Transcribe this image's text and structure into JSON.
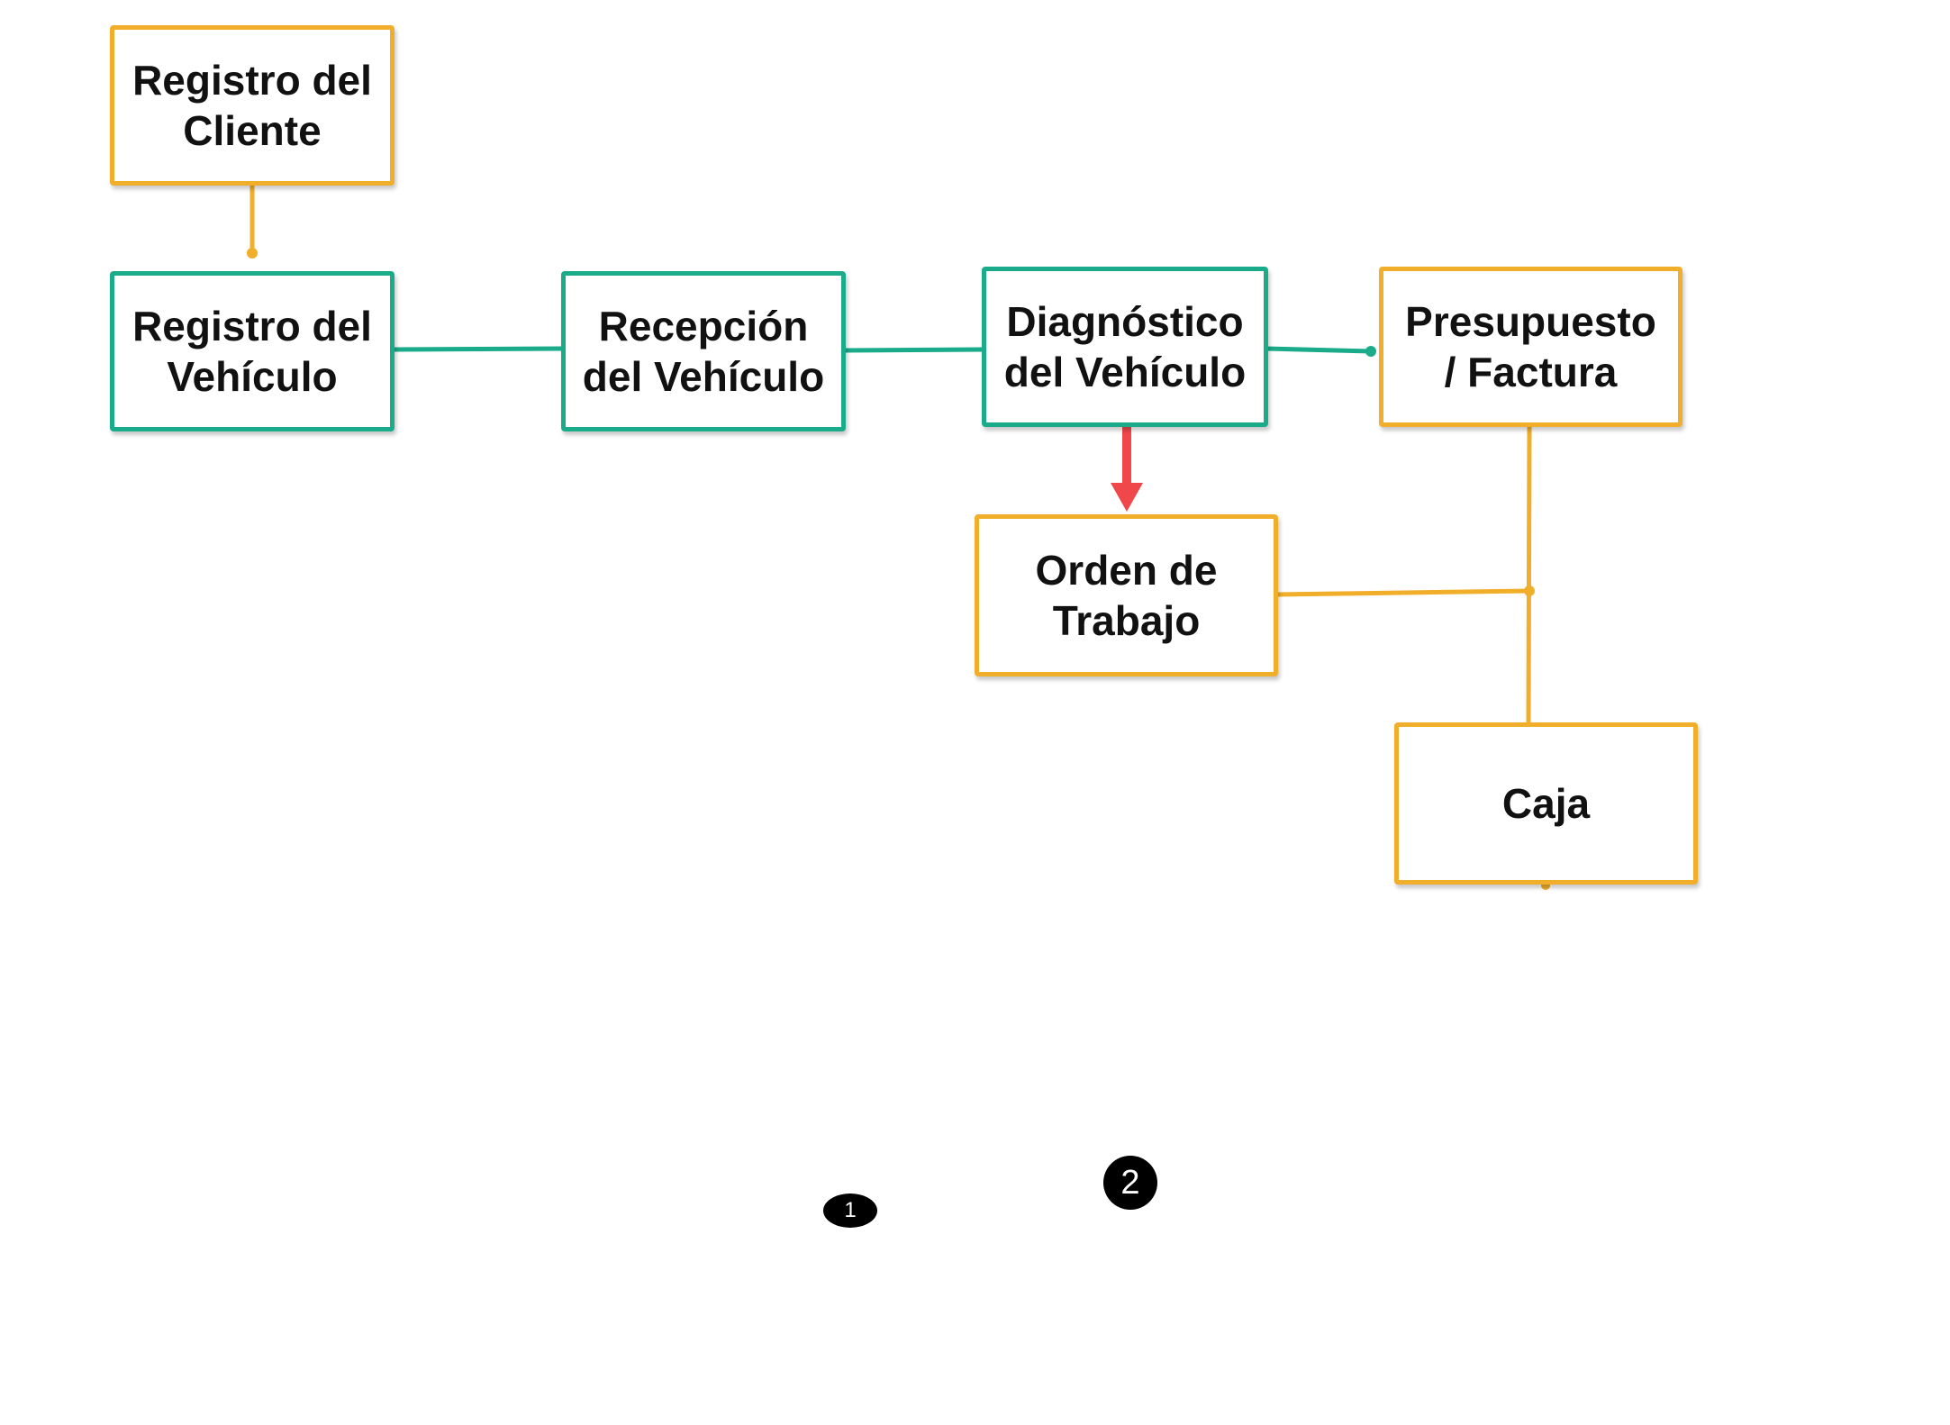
{
  "colors": {
    "teal": "#1aab8a",
    "orange": "#f1ae2a",
    "red": "#f0474a",
    "text": "#111111",
    "badge": "#000000"
  },
  "nodes": {
    "registro_cliente": {
      "label": "Registro del\nCliente",
      "color": "orange"
    },
    "registro_vehiculo": {
      "label": "Registro del\nVehículo",
      "color": "teal"
    },
    "recepcion_vehiculo": {
      "label": "Recepción\ndel Vehículo",
      "color": "teal"
    },
    "diagnostico_vehiculo": {
      "label": "Diagnóstico\ndel Vehículo",
      "color": "teal"
    },
    "presupuesto_factura": {
      "label": "Presupuesto\n/ Factura",
      "color": "orange"
    },
    "orden_trabajo": {
      "label": "Orden de\nTrabajo",
      "color": "orange"
    },
    "caja": {
      "label": "Caja",
      "color": "orange"
    }
  },
  "edges": [
    {
      "from": "registro_cliente",
      "to": "registro_vehiculo",
      "color": "orange"
    },
    {
      "from": "registro_vehiculo",
      "to": "recepcion_vehiculo",
      "color": "teal"
    },
    {
      "from": "recepcion_vehiculo",
      "to": "diagnostico_vehiculo",
      "color": "teal"
    },
    {
      "from": "diagnostico_vehiculo",
      "to": "presupuesto_factura",
      "color": "teal"
    },
    {
      "from": "diagnostico_vehiculo",
      "to": "orden_trabajo",
      "color": "red",
      "arrow": true
    },
    {
      "from": "presupuesto_factura",
      "to": "caja",
      "color": "orange"
    },
    {
      "from": "orden_trabajo",
      "to": "caja",
      "color": "orange"
    }
  ],
  "badges": [
    {
      "label": "1"
    },
    {
      "label": "2"
    }
  ]
}
